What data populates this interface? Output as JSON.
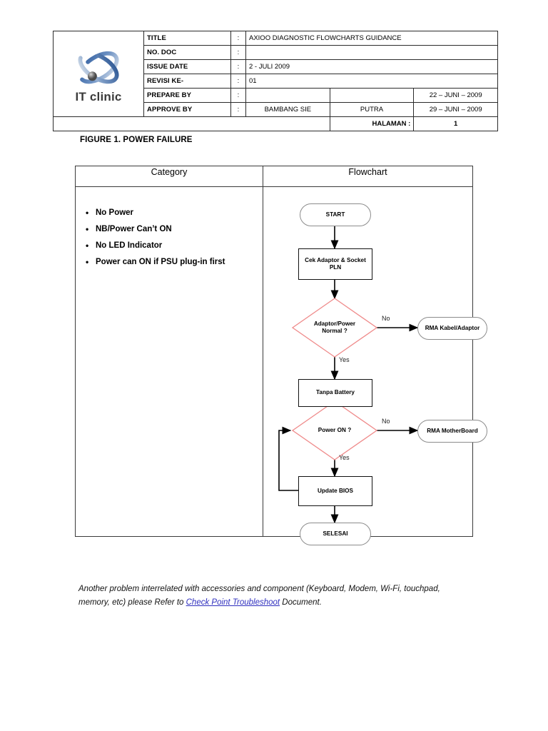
{
  "header": {
    "logo": {
      "text": "IT clinic",
      "icon": "atom-orbit-logo"
    },
    "rows": [
      {
        "label": "TITLE",
        "colon": ":",
        "value": "AXIOO DIAGNOSTIC FLOWCHARTS GUIDANCE"
      },
      {
        "label": "NO. DOC",
        "colon": ":",
        "value": ""
      },
      {
        "label": "ISSUE DATE",
        "colon": ":",
        "value": "2 - JULI 2009"
      },
      {
        "label": "REVISI KE-",
        "colon": ":",
        "value": "01"
      }
    ],
    "prepare_by": {
      "label": "PREPARE BY",
      "colon": ":",
      "name": "",
      "second": "",
      "date": "22 – JUNI – 2009"
    },
    "approve_by": {
      "label": "APPROVE BY",
      "colon": ":",
      "name": "BAMBANG SIE",
      "second": "PUTRA",
      "date": "29 – JUNI – 2009"
    },
    "page": {
      "label": "HALAMAN :",
      "value": "1"
    }
  },
  "figure_title": "FIGURE 1. POWER FAILURE",
  "main_table": {
    "headers": {
      "category": "Category",
      "flowchart": "Flowchart"
    },
    "category_items": [
      "No Power",
      "NB/Power Can’t ON",
      "No LED Indicator",
      "Power can ON if PSU plug-in first"
    ]
  },
  "chart_data": {
    "type": "diagram",
    "title": "FIGURE 1. POWER FAILURE",
    "nodes": [
      {
        "id": "start",
        "shape": "stadium",
        "label": "START"
      },
      {
        "id": "cek",
        "shape": "rect",
        "label": "Cek Adaptor & Socket PLN"
      },
      {
        "id": "adaptor_q",
        "shape": "diamond",
        "label": "Adaptor/Power Normal ?"
      },
      {
        "id": "rma_kabel",
        "shape": "stadium",
        "label": "RMA Kabel/Adaptor"
      },
      {
        "id": "tanpa_batt",
        "shape": "rect",
        "label": "Tanpa Battery"
      },
      {
        "id": "power_q",
        "shape": "diamond",
        "label": "Power ON ?"
      },
      {
        "id": "rma_mobo",
        "shape": "stadium",
        "label": "RMA MotherBoard"
      },
      {
        "id": "update_bios",
        "shape": "rect",
        "label": "Update BIOS"
      },
      {
        "id": "selesai",
        "shape": "stadium",
        "label": "SELESAI"
      }
    ],
    "edges": [
      {
        "from": "start",
        "to": "cek",
        "label": ""
      },
      {
        "from": "cek",
        "to": "adaptor_q",
        "label": ""
      },
      {
        "from": "adaptor_q",
        "to": "rma_kabel",
        "label": "No"
      },
      {
        "from": "adaptor_q",
        "to": "tanpa_batt",
        "label": "Yes"
      },
      {
        "from": "tanpa_batt",
        "to": "power_q",
        "label": ""
      },
      {
        "from": "power_q",
        "to": "rma_mobo",
        "label": "No"
      },
      {
        "from": "power_q",
        "to": "update_bios",
        "label": "Yes"
      },
      {
        "from": "update_bios",
        "to": "power_q",
        "label": ""
      },
      {
        "from": "update_bios",
        "to": "selesai",
        "label": ""
      }
    ],
    "labels": {
      "no1": "No",
      "yes1": "Yes",
      "no2": "No",
      "yes2": "Yes"
    },
    "colors": {
      "decision_border": "#ef8a8a",
      "process_border": "#111111",
      "terminator_border": "#8c8c8c"
    }
  },
  "flow_nodes": {
    "start": "START",
    "cek_line1": "Cek Adaptor & Socket",
    "cek_line2": "PLN",
    "adaptor_q_line1": "Adaptor/Power",
    "adaptor_q_line2": "Normal ?",
    "rma_kabel": "RMA Kabel/Adaptor",
    "tanpa_battery": "Tanpa Battery",
    "power_q": "Power ON ?",
    "rma_mobo": "RMA MotherBoard",
    "update_bios": "Update BIOS",
    "selesai": "SELESAI",
    "no1": "No",
    "yes1": "Yes",
    "no2": "No",
    "yes2": "Yes"
  },
  "footer_note": {
    "part1": "Another problem interrelated with accessories and component (Keyboard, Modem, Wi-Fi, touchpad, memory, etc) please Refer to ",
    "link": "Check Point Troubleshoot",
    "part2": " Document."
  }
}
